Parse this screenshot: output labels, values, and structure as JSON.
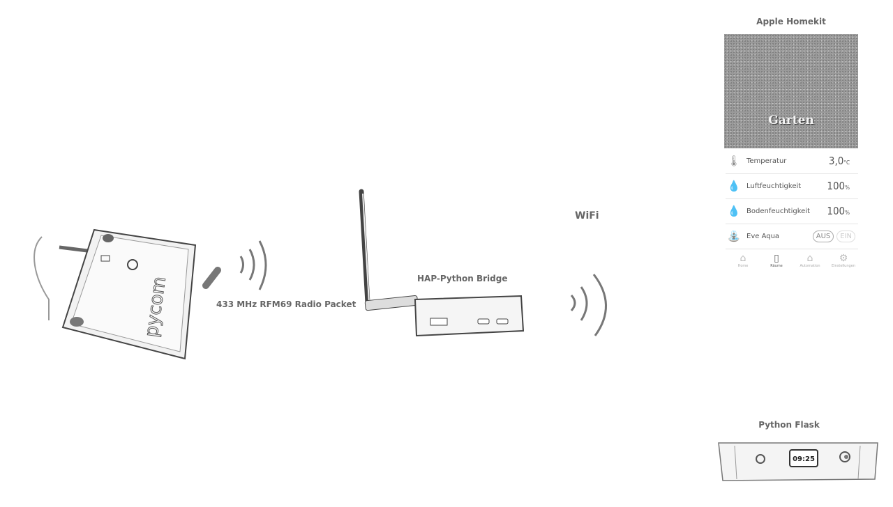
{
  "labels": {
    "radio": "433 MHz RFM69 Radio Packet",
    "bridge": "HAP-Python Bridge",
    "wifi": "WiFi",
    "homekit": "Apple Homekit",
    "flask": "Python Flask"
  },
  "device_logo": "pycom",
  "homekit": {
    "room": "Garten",
    "accessories": [
      {
        "icon": "thermometer-icon",
        "name": "Temperatur",
        "value": "3,0",
        "unit": "°C"
      },
      {
        "icon": "droplet-icon",
        "name": "Luftfeuchtigkeit",
        "value": "100",
        "unit": "%"
      },
      {
        "icon": "droplet-icon",
        "name": "Bodenfeuchtigkeit",
        "value": "100",
        "unit": "%"
      },
      {
        "icon": "sprinkler-icon",
        "name": "Eve Aqua",
        "toggle_off": "AUS",
        "toggle_on": "EIN"
      }
    ],
    "tabs": [
      {
        "icon": "home-icon",
        "label": "Home"
      },
      {
        "icon": "rooms-icon",
        "label": "Räume"
      },
      {
        "icon": "automation-icon",
        "label": "Automation"
      },
      {
        "icon": "gear-icon",
        "label": "Einstellungen"
      }
    ],
    "active_tab": "Räume"
  },
  "flask": {
    "clock": "09:25"
  }
}
